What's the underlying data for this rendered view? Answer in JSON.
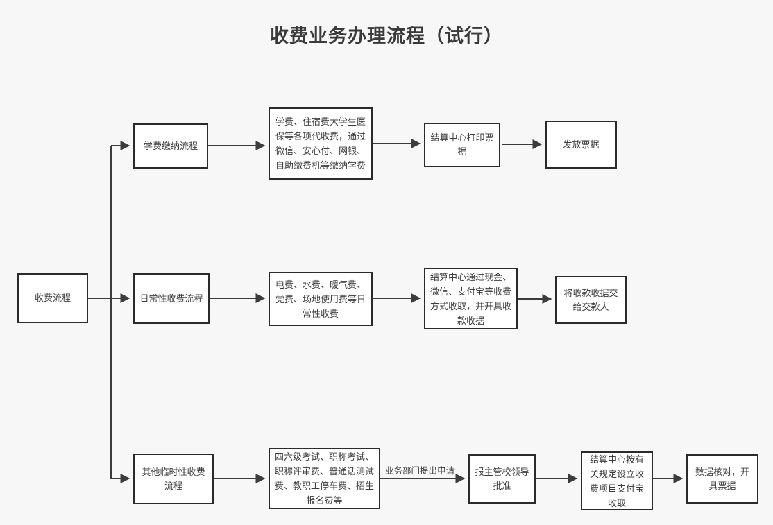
{
  "title": "收费业务办理流程（试行）",
  "theme": {
    "background": "#f7f7f7",
    "node_fill": "#ffffff",
    "node_border": "#2b2b2b",
    "text_color": "#3c3c3c",
    "edge_color": "#3c3c3c"
  },
  "diagram": {
    "type": "flowchart",
    "orientation": "left-to-right",
    "root": {
      "id": "root",
      "label": "收费流程"
    },
    "branches": [
      {
        "id": "branch-tuition",
        "label": "学费缴纳流程",
        "steps": [
          {
            "id": "tuition-items",
            "label": "学费、住宿费大学生医保等各项代收费，通过微信、安心付、网银、自助缴费机等缴纳学费"
          },
          {
            "id": "tuition-print",
            "label": "结算中心打印票据"
          },
          {
            "id": "tuition-issue",
            "label": "发放票据"
          }
        ]
      },
      {
        "id": "branch-daily",
        "label": "日常性收费流程",
        "steps": [
          {
            "id": "daily-items",
            "label": "电费、水费、暖气费、党费、场地使用费等日常性收费"
          },
          {
            "id": "daily-collect",
            "label": "结算中心通过现金、微信、支付宝等收费方式收取，并开具收款收据"
          },
          {
            "id": "daily-deliver",
            "label": "将收款收据交给交款人"
          }
        ]
      },
      {
        "id": "branch-temporary",
        "label": "其他临时性收费流程",
        "steps": [
          {
            "id": "temp-items",
            "label": "四六级考试、职称考试、职称评审费、普通话测试费、教职工停车费、招生报名费等"
          },
          {
            "id": "temp-approve",
            "label": "报主管校领导批准"
          },
          {
            "id": "temp-setup",
            "label": "结算中心按有关规定设立收费项目支付宝收取"
          },
          {
            "id": "temp-check",
            "label": "数据核对，开具票据"
          }
        ]
      }
    ],
    "edge_labels": [
      {
        "id": "edge-apply",
        "label": "业务部门提出申请"
      }
    ]
  }
}
